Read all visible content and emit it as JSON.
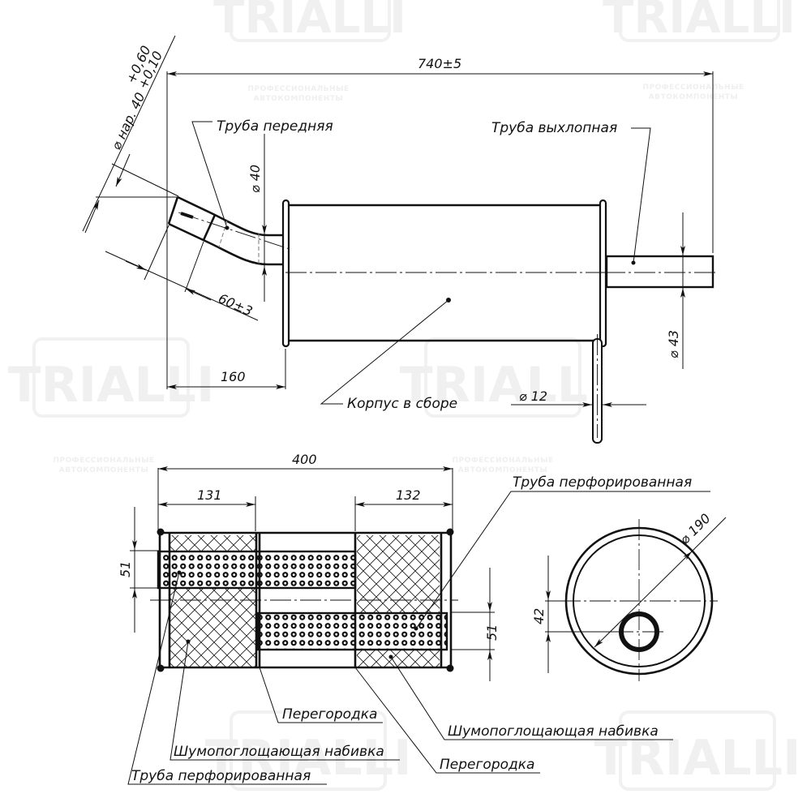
{
  "watermark": {
    "brand": "TRIALLI",
    "tagline_line1": "ПРОФЕССИОНАЛЬНЫЕ",
    "tagline_line2": "АВТОКОМПОНЕНТЫ",
    "color": "#f0f0f0"
  },
  "side_view": {
    "dimensions": {
      "overall_length": "740±5",
      "inlet_offset": "160",
      "inlet_length": "60±3",
      "front_pipe_diameter": "⌀ 40",
      "inlet_outer_diameter_main": "⌀ нар. 40",
      "inlet_tol_upper": "+0,60",
      "inlet_tol_lower": "+0,10",
      "exhaust_pipe_diameter": "⌀ 43",
      "hanger_diameter": "⌀ 12"
    },
    "labels": {
      "front_pipe": "Труба передняя",
      "exhaust_pipe": "Труба выхлопная",
      "body_assembly": "Корпус в сборе"
    }
  },
  "section_view": {
    "dimensions": {
      "body_length": "400",
      "left_chamber": "131",
      "right_chamber": "132",
      "left_pipe_diameter": "51",
      "right_pipe_diameter": "51"
    },
    "labels": {
      "perforated_pipe_top": "Труба перфорированная",
      "baffle_1": "Перегородка",
      "absorber_1": "Шумопоглощающая набивка",
      "perforated_pipe_bottom": "Труба перфорированная",
      "absorber_2": "Шумопоглощающая набивка",
      "baffle_2": "Перегородка"
    }
  },
  "end_view": {
    "dimensions": {
      "body_diameter": "⌀ 190",
      "pipe_offset": "42"
    }
  }
}
